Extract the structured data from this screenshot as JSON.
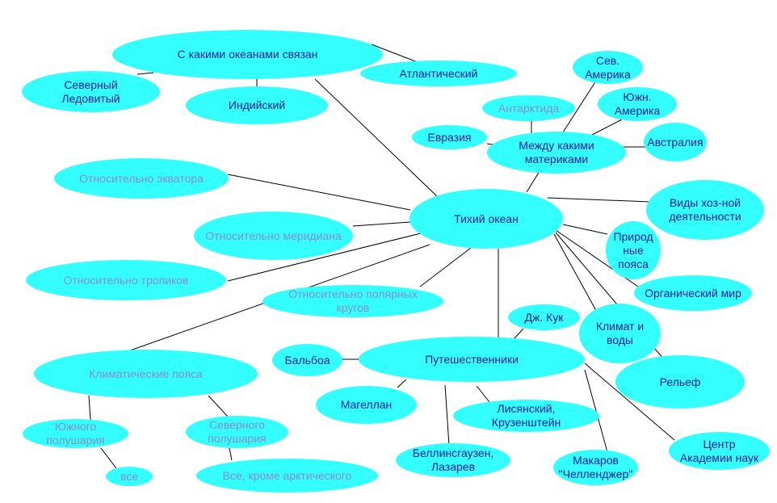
{
  "colors": {
    "node_fill": "#33ffff",
    "text_dark": "#1a1aa6",
    "text_light": "#8a8acf",
    "line": "#000000"
  },
  "nodes": {
    "center": "Тихий океан",
    "oceans_q": "С какими океанами связан",
    "northern": "Северный\nЛедовитый",
    "indian": "Индийский",
    "atlantic": "Атлантический",
    "continents_q": "Между какими\nматериками",
    "eurasia": "Евразия",
    "antarctica": "Антарктида",
    "n_america": "Сев.\nАмерика",
    "s_america": "Южн.\nАмерика",
    "australia": "Австралия",
    "equator": "Относительно экватора",
    "meridian": "Относительно меридиана",
    "tropics": "Относительно тропиков",
    "polar": "Относительно полярных\nкругов",
    "activity": "Виды хоз-ной\nдеятельности",
    "natural": "Природ\nные\nпояса",
    "organic": "Органический мир",
    "climate": "Климат и\nводы",
    "relief": "Рельеф",
    "travelers": "Путешественники",
    "cook": "Дж. Кук",
    "balboa": "Бальбоа",
    "magellan": "Магеллан",
    "lisyansky": "Лисянский,\nКрузенштейн",
    "bellingshausen": "Беллинсгаузен,\nЛазарев",
    "makarov": "Макаров\n\"Челленджер\"",
    "academy": "Центр\nАкадемии наук",
    "climate_zones": "Климатические пояса",
    "southern_hem": "Южного\nполушария",
    "northern_hem": "Северного\nполушария",
    "all": "все",
    "all_except": "Все, кроме арктического"
  }
}
